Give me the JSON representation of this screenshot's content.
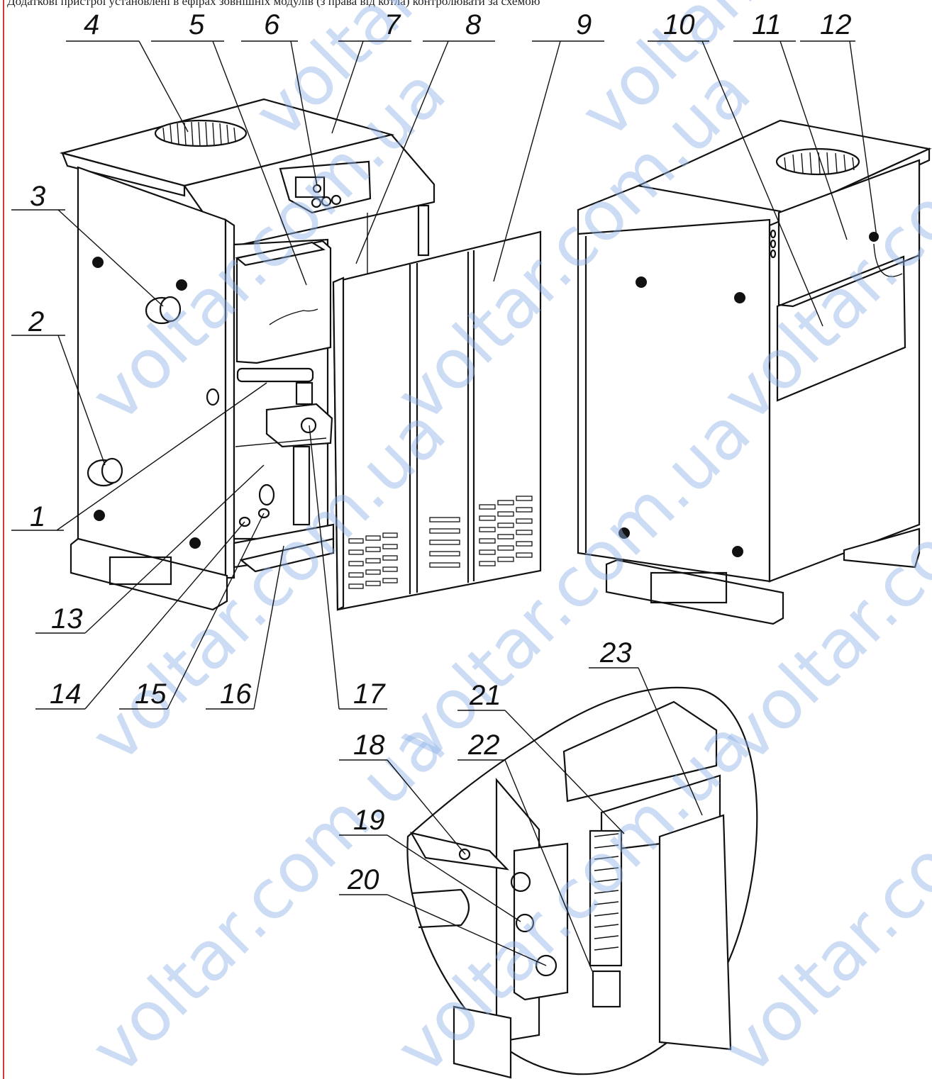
{
  "caption": "Додаткові пристрої установлені в ефірах зовнішніх модулів (з права від котла) контролювати за схемою",
  "callouts": [
    {
      "num": "1"
    },
    {
      "num": "2"
    },
    {
      "num": "3"
    },
    {
      "num": "4"
    },
    {
      "num": "5"
    },
    {
      "num": "6"
    },
    {
      "num": "7"
    },
    {
      "num": "8"
    },
    {
      "num": "9"
    },
    {
      "num": "10"
    },
    {
      "num": "11"
    },
    {
      "num": "12"
    },
    {
      "num": "13"
    },
    {
      "num": "14"
    },
    {
      "num": "15"
    },
    {
      "num": "16"
    },
    {
      "num": "17"
    },
    {
      "num": "18"
    },
    {
      "num": "19"
    },
    {
      "num": "20"
    },
    {
      "num": "21"
    },
    {
      "num": "22"
    },
    {
      "num": "23"
    }
  ],
  "watermark": "voltar.com.ua",
  "colors": {
    "line": "#111111",
    "margin": "#d33a3a",
    "watermark": "#8fb1e6"
  }
}
